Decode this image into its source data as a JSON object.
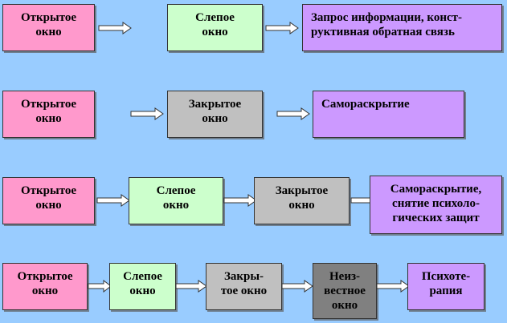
{
  "colors": {
    "background": "#99ccff",
    "open": "#ff99cc",
    "blind": "#ccffcc",
    "closed": "#c0c0c0",
    "unknown": "#808080",
    "result": "#cc99ff"
  },
  "rows": [
    {
      "boxes": [
        {
          "text": "Открытое\nокно"
        },
        {
          "text": "Слепое\nокно"
        },
        {
          "text": "Запрос информации, конст-\nруктивная обратная связь"
        }
      ]
    },
    {
      "boxes": [
        {
          "text": "Открытое\nокно"
        },
        {
          "text": "Закрытое\nокно"
        },
        {
          "text": "Самораскрытие"
        }
      ]
    },
    {
      "boxes": [
        {
          "text": "Открытое\nокно"
        },
        {
          "text": "Слепое\nокно"
        },
        {
          "text": "Закрытое\nокно"
        },
        {
          "text": "Самораскрытие,\nснятие психоло-\nгических защит"
        }
      ]
    },
    {
      "boxes": [
        {
          "text": "Открытое\nокно"
        },
        {
          "text": "Слепое\nокно"
        },
        {
          "text": "Закры-\nтое окно"
        },
        {
          "text": "Неиз-\nвестное\nокно"
        },
        {
          "text": "Психоте-\nрапия"
        }
      ]
    }
  ]
}
